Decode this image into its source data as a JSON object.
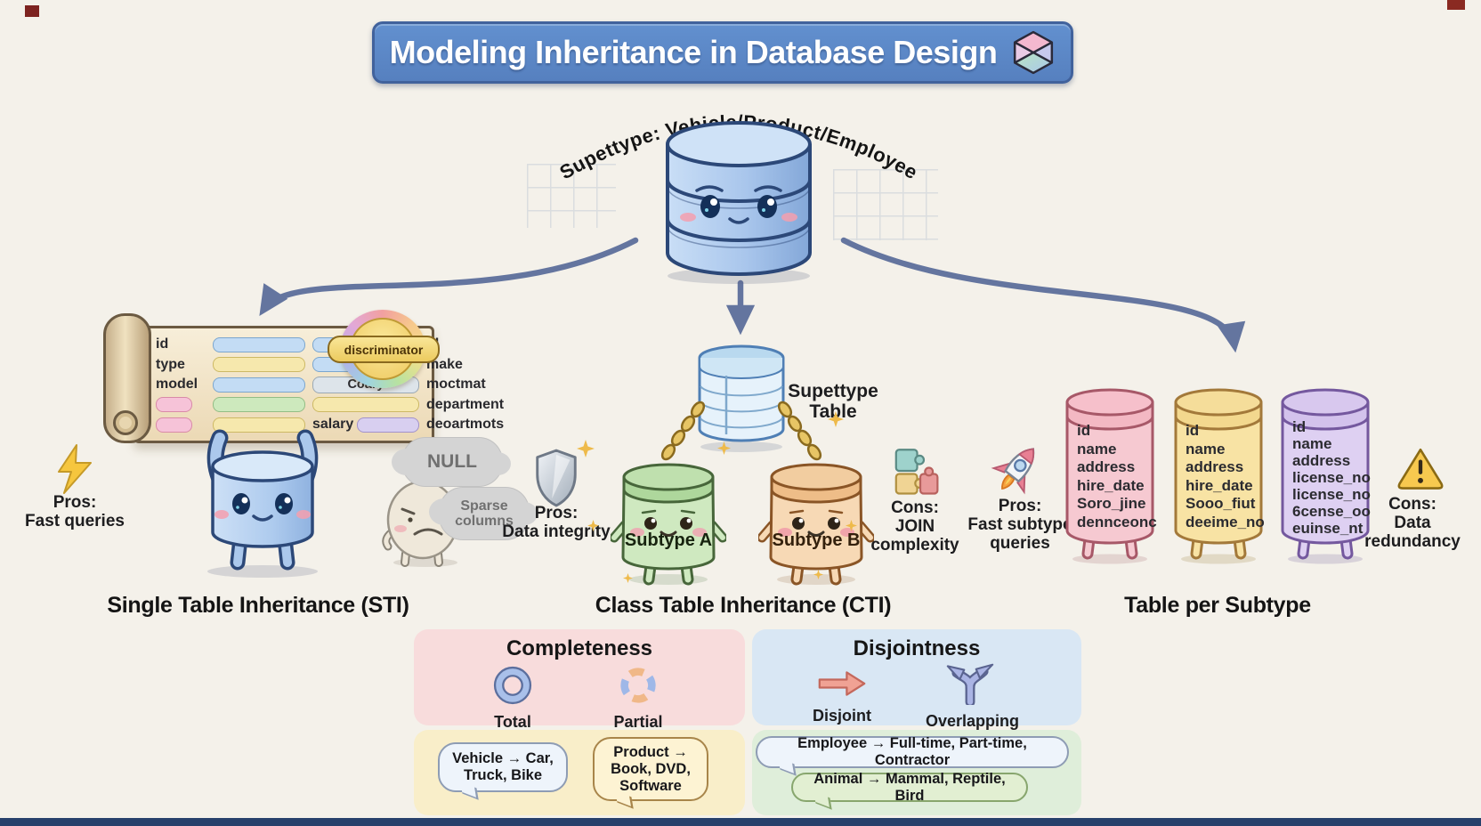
{
  "palette": {
    "background": "#f4f1ea",
    "banner_blue": "#5b86c5",
    "arrow_blue": "#64759f",
    "parchment": "#f2e3c8",
    "subtype_a_green": "#cfe9c0",
    "subtype_b_orange": "#f7d9b5",
    "table_pink": "#f6c9d1",
    "table_yellow": "#f8e3a4",
    "table_purple": "#ded0f2",
    "completeness_panel": "#f8dcdc",
    "disjointness_panel": "#d9e7f4",
    "examples_yellow_panel": "#f9eec9",
    "examples_green_panel": "#dfeeda"
  },
  "title": {
    "text": "Modeling Inheritance in Database Design"
  },
  "supertype_db": {
    "arc_label": "Supettype: Vehicle/Product/Employee"
  },
  "sti": {
    "label": "Single Table Inheritance (STI)",
    "badge_label": "discriminator",
    "pros": {
      "title": "Pros:",
      "line1": "Fast queries"
    },
    "clouds": {
      "null_label": "NULL",
      "sparse_label": "Sparse columns"
    },
    "scroll_rows": [
      {
        "left": "id",
        "right": "id"
      },
      {
        "left": "type",
        "right": "make"
      },
      {
        "left": "model",
        "pill_text": "Coary",
        "right": "moctmat"
      },
      {
        "right": "department"
      },
      {
        "pill_text": "salary",
        "right": "deoartmots"
      }
    ]
  },
  "cti": {
    "label": "Class Table Inheritance (CTI)",
    "supertype_table": {
      "line1": "Supettype",
      "line2": "Table"
    },
    "subtype_a": "Subtype A",
    "subtype_b": "Subtype B",
    "pros": {
      "title": "Pros:",
      "line1": "Data integrity"
    },
    "cons": {
      "title": "Cons:",
      "line1": "JOIN",
      "line2": "complexity"
    }
  },
  "tps": {
    "label": "Table per Subtype",
    "pros": {
      "title": "Pros:",
      "line1": "Fast subtype",
      "line2": "queries"
    },
    "cons": {
      "title": "Cons:",
      "line1": "Data",
      "line2": "redundancy"
    },
    "tables": [
      {
        "fields": [
          "id",
          "name",
          "address",
          "hire_date",
          "Soro_jine",
          "dennceonc"
        ]
      },
      {
        "fields": [
          "id",
          "name",
          "address",
          "hire_date",
          "Sooo_fiut",
          "deeime_no"
        ]
      },
      {
        "fields": [
          "id",
          "name",
          "address",
          "license_no",
          "license_no",
          "6cense_oo",
          "euinse_nt"
        ]
      }
    ]
  },
  "legend": {
    "completeness": {
      "title": "Completeness",
      "total_label": "Total",
      "partial_label": "Partial"
    },
    "disjointness": {
      "title": "Disjointness",
      "disjoint_label": "Disjoint",
      "overlapping_label": "Overlapping"
    },
    "completeness_examples": {
      "bubble1": "Vehicle → Car, Truck, Bike",
      "bubble2": "Product → Book, DVD, Software"
    },
    "disjointness_examples": {
      "bubble1": "Employee → Full-time, Part-time, Contractor",
      "bubble2": "Animal → Mammal, Reptile, Bird"
    }
  }
}
